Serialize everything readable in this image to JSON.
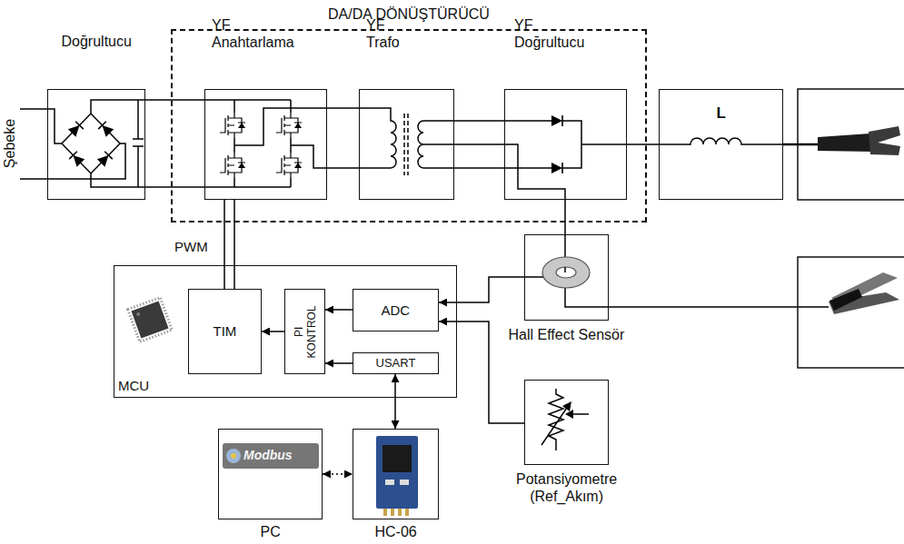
{
  "diagram": {
    "nodes": [
      {
        "text": [
          "Doğrultucu"
        ]
      },
      {
        "text": [
          "DA/DA DÖNÜŞTÜRÜCÜ"
        ]
      },
      {
        "text": [
          "YF Anahtarlama"
        ],
        "in": 1
      },
      {
        "text": [
          "YF Trafo"
        ],
        "in": 1
      },
      {
        "text": [
          "YF Doğrultucu"
        ],
        "in": 1
      },
      {
        "text": [
          "L"
        ]
      },
      {
        "text": [
          "MCU"
        ]
      },
      {
        "text": [
          "TIM"
        ],
        "in": 6
      },
      {
        "text": [
          "PI KONTROL"
        ],
        "in": 6
      },
      {
        "text": [
          "ADC"
        ],
        "in": 6
      },
      {
        "text": [
          "USART"
        ],
        "in": 6
      },
      {
        "text": [
          "Hall Effect Sensör"
        ]
      },
      {
        "text": [
          "Potansiyometre (Ref_Akım)"
        ]
      },
      {
        "text": [
          "PC"
        ]
      },
      {
        "text": [
          "HC-06"
        ]
      }
    ],
    "edges": [
      {
        "from": 0,
        "to": 2,
        "arrow": "none"
      },
      {
        "from": 0,
        "to": 2,
        "arrow": "none"
      },
      {
        "from": 2,
        "to": 3,
        "arrow": "none"
      },
      {
        "from": 2,
        "to": 3,
        "arrow": "none"
      },
      {
        "from": 3,
        "to": 4,
        "arrow": "none"
      },
      {
        "from": 3,
        "to": 4,
        "arrow": "none"
      },
      {
        "from": 3,
        "to": 11,
        "arrow": "none"
      },
      {
        "from": 4,
        "to": 5,
        "arrow": "none"
      },
      {
        "from": 7,
        "to": 2,
        "arrow": "none"
      },
      {
        "from": 7,
        "to": 2,
        "arrow": "none"
      },
      {
        "from": 8,
        "to": 7,
        "arrow": "to"
      },
      {
        "from": 9,
        "to": 8,
        "arrow": "to"
      },
      {
        "from": 10,
        "to": 8,
        "arrow": "to"
      },
      {
        "from": 11,
        "to": 9,
        "arrow": "to"
      },
      {
        "from": 12,
        "to": 9,
        "arrow": "to"
      },
      {
        "from": 10,
        "to": 14,
        "arrow": "both"
      },
      {
        "from": 13,
        "to": 14,
        "arrow": "both"
      }
    ],
    "labels": [
      "Şebeke",
      "PWM",
      "Modbus"
    ]
  }
}
